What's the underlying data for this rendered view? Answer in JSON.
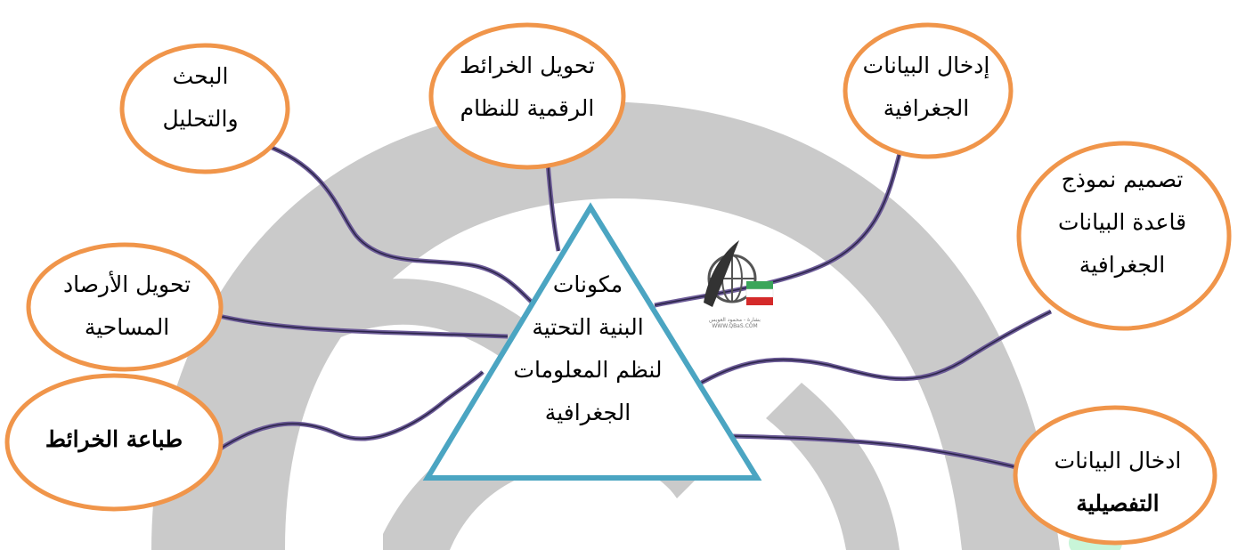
{
  "diagram": {
    "center": {
      "lines": [
        "مكونات",
        "البنية التحتية",
        "لنظم المعلومات",
        "الجغرافية"
      ]
    },
    "nodes": [
      {
        "id": "search",
        "lines": [
          "البحث",
          "والتحليل"
        ],
        "bold": [
          false,
          false
        ]
      },
      {
        "id": "convert-maps",
        "lines": [
          "تحويل الخرائط",
          "الرقمية للنظام"
        ],
        "bold": [
          false,
          false
        ]
      },
      {
        "id": "input-geo",
        "lines": [
          "إدخال البيانات",
          "الجغرافية"
        ],
        "bold": [
          false,
          false
        ]
      },
      {
        "id": "design-model",
        "lines": [
          "تصميم نموذج",
          "قاعدة البيانات",
          "الجغرافية"
        ],
        "bold": [
          false,
          false,
          false
        ]
      },
      {
        "id": "convert-surveys",
        "lines": [
          "تحويل الأرصاد",
          "المساحية"
        ],
        "bold": [
          false,
          false
        ]
      },
      {
        "id": "print-maps",
        "lines": [
          "طباعة الخرائط"
        ],
        "bold": [
          true
        ]
      },
      {
        "id": "input-detail",
        "lines": [
          "ادخال البيانات",
          "التفصيلية"
        ],
        "bold": [
          false,
          true
        ]
      }
    ],
    "logo": {
      "caption": "بشارة - محمود العويس",
      "url": "WWW.QBaS.COM"
    },
    "colors": {
      "ellipse_stroke": "#f0954a",
      "triangle_stroke": "#4ba5c2",
      "connector_outer": "#6b5a96",
      "connector_inner": "#2a2448",
      "watermark": "#c9c9c9",
      "accent_green": "#c8f5d8"
    }
  }
}
